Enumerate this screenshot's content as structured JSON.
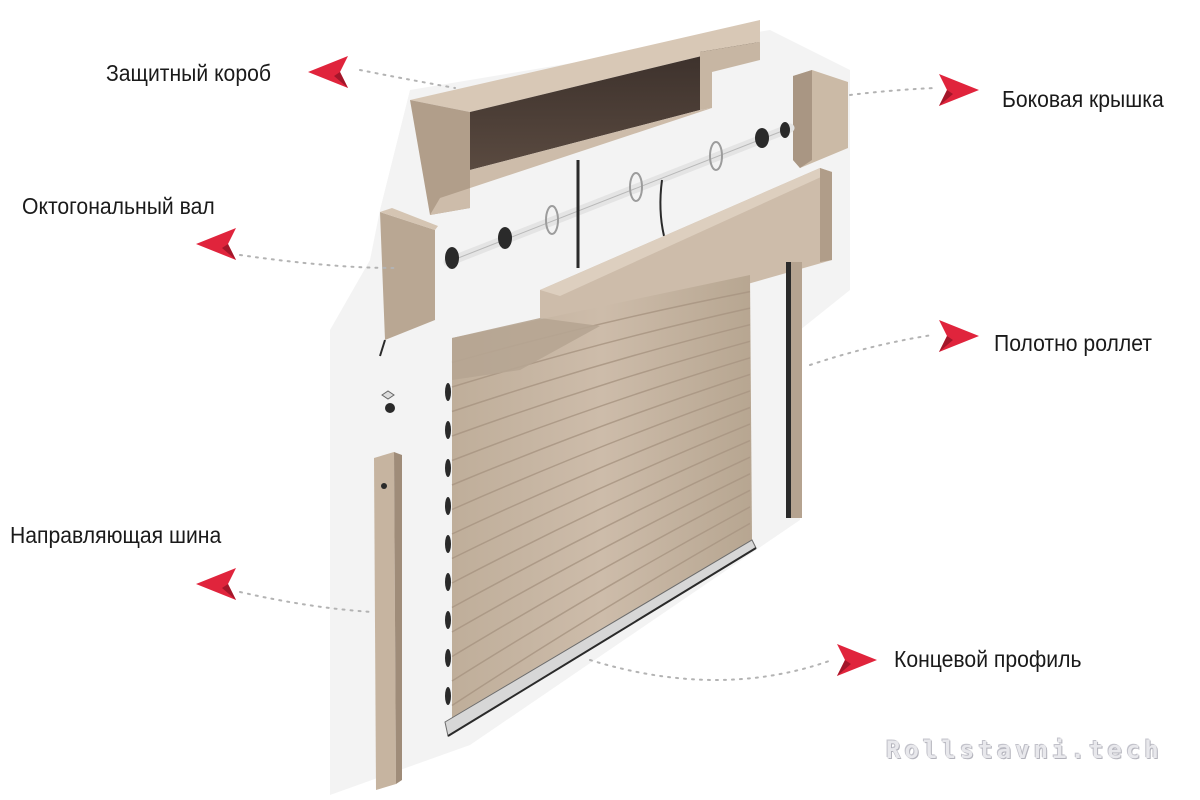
{
  "labels": {
    "protective_box": "Защитный короб",
    "octagonal_shaft": "Октогональный вал",
    "guide_rail": "Направляющая шина",
    "side_cover": "Боковая крышка",
    "shutter_curtain": "Полотно роллет",
    "end_profile": "Концевой профиль"
  },
  "watermark": "Rollstavni.tech",
  "colors": {
    "arrow": "#e0243c",
    "profile": "#c9b8a4",
    "profile_dark": "#a99683",
    "background": "#ffffff"
  }
}
